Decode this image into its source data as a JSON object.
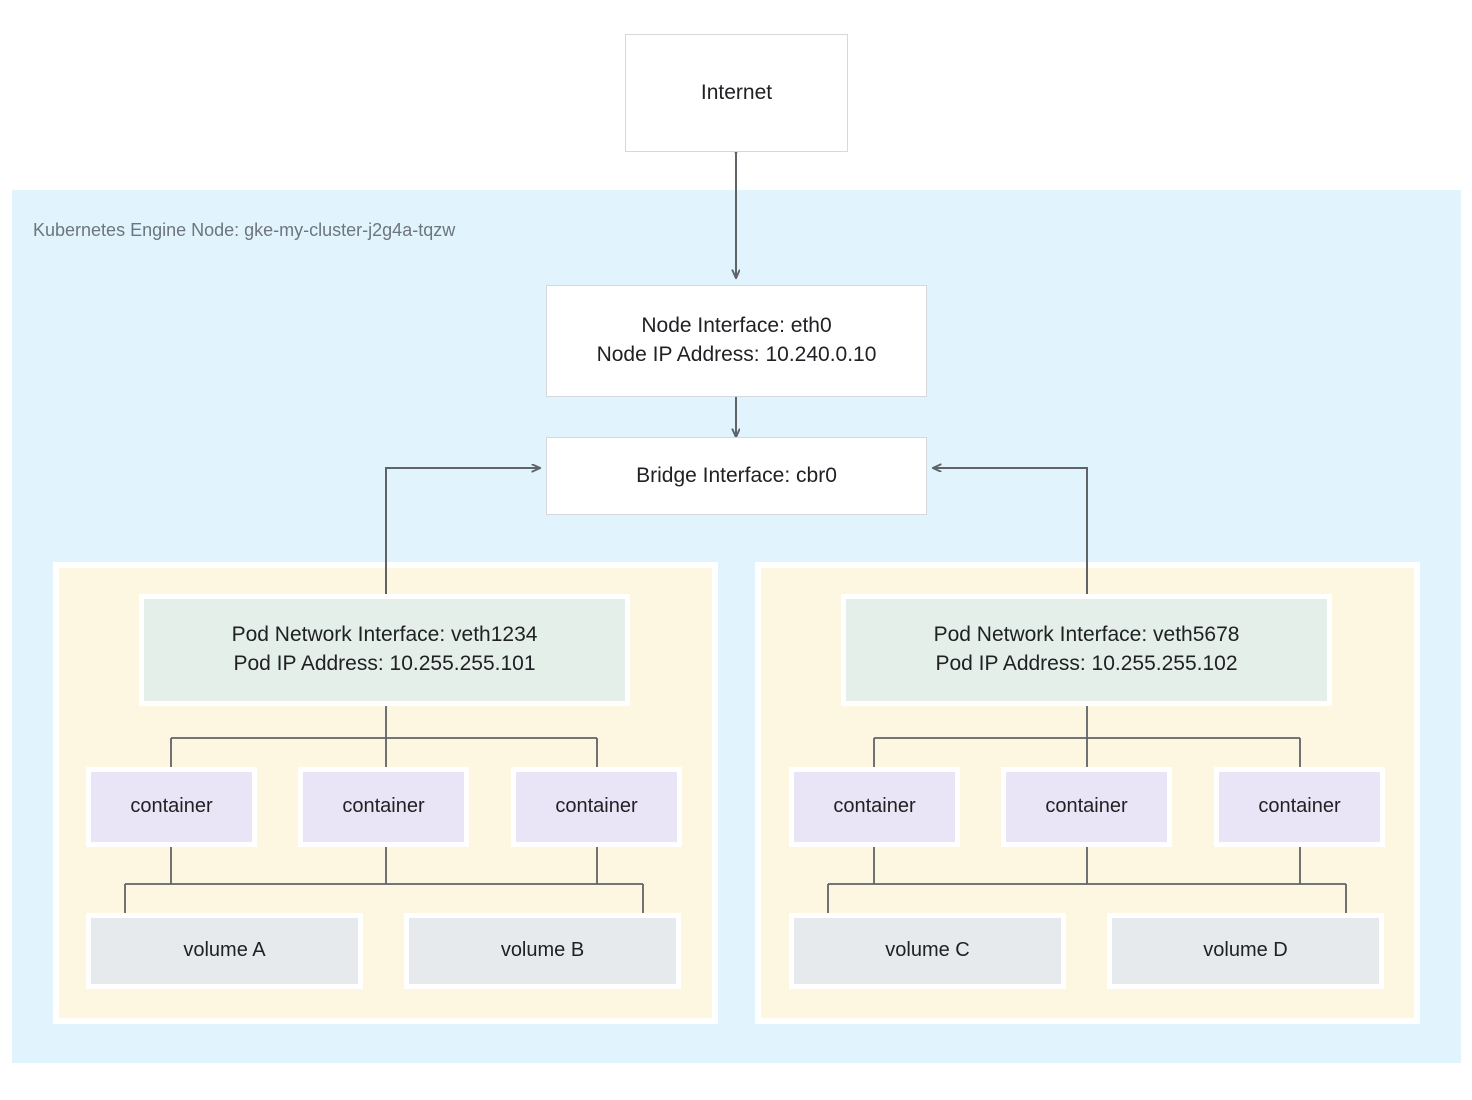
{
  "diagram": {
    "title": "Kubernetes Engine Node networking diagram",
    "colors": {
      "node_region": "#e1f4fd",
      "pod_region": "#fdf6e1",
      "pod_interface": "#e3efe8",
      "container": "#e9e4f6",
      "volume": "#e7eaec",
      "plain_box": "#ffffff",
      "border": "#d5d8dc",
      "connector": "#5f6368",
      "text": "#202124",
      "muted_text": "#6e757c"
    }
  },
  "internet": {
    "label": "Internet"
  },
  "node": {
    "region_label": "Kubernetes Engine Node: gke-my-cluster-j2g4a-tqzw",
    "interface": {
      "line1": "Node Interface: eth0",
      "line2": "Node IP Address: 10.240.0.10"
    },
    "bridge": {
      "label": "Bridge Interface: cbr0"
    }
  },
  "pods": [
    {
      "interface": {
        "line1": "Pod Network Interface: veth1234",
        "line2": "Pod IP Address: 10.255.255.101"
      },
      "containers": [
        {
          "label": "container"
        },
        {
          "label": "container"
        },
        {
          "label": "container"
        }
      ],
      "volumes": [
        {
          "label": "volume A"
        },
        {
          "label": "volume B"
        }
      ]
    },
    {
      "interface": {
        "line1": "Pod Network Interface: veth5678",
        "line2": "Pod IP Address: 10.255.255.102"
      },
      "containers": [
        {
          "label": "container"
        },
        {
          "label": "container"
        },
        {
          "label": "container"
        }
      ],
      "volumes": [
        {
          "label": "volume C"
        },
        {
          "label": "volume D"
        }
      ]
    }
  ],
  "connectors": [
    {
      "name": "internet-to-node-interface",
      "style": "double-arrow-vertical"
    },
    {
      "name": "node-interface-to-bridge",
      "style": "double-arrow-vertical"
    },
    {
      "name": "pod1-to-bridge",
      "style": "elbow-arrow"
    },
    {
      "name": "pod2-to-bridge",
      "style": "elbow-arrow"
    },
    {
      "name": "pod1-interface-to-containers",
      "style": "bus-line"
    },
    {
      "name": "pod1-containers-to-volumes",
      "style": "bus-line"
    },
    {
      "name": "pod2-interface-to-containers",
      "style": "bus-line"
    },
    {
      "name": "pod2-containers-to-volumes",
      "style": "bus-line"
    }
  ]
}
